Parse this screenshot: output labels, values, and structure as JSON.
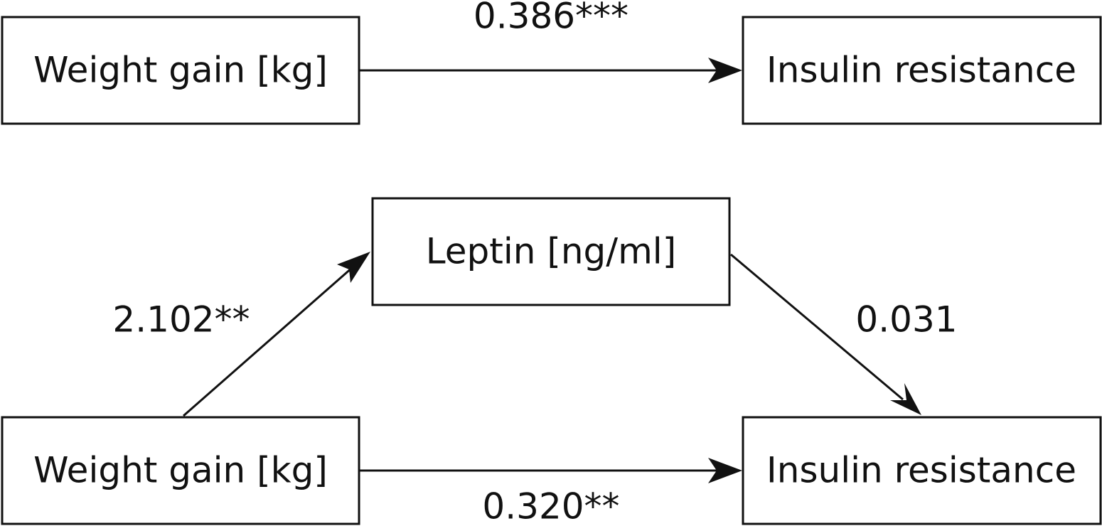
{
  "top_model": {
    "predictor": "Weight gain [kg]",
    "outcome": "Insulin resistance",
    "total_effect": "0.386***"
  },
  "mediation_model": {
    "predictor": "Weight gain [kg]",
    "mediator": "Leptin [ng/ml]",
    "outcome": "Insulin resistance",
    "path_a": "2.102**",
    "path_b": "0.031",
    "direct_effect": "0.320**"
  }
}
